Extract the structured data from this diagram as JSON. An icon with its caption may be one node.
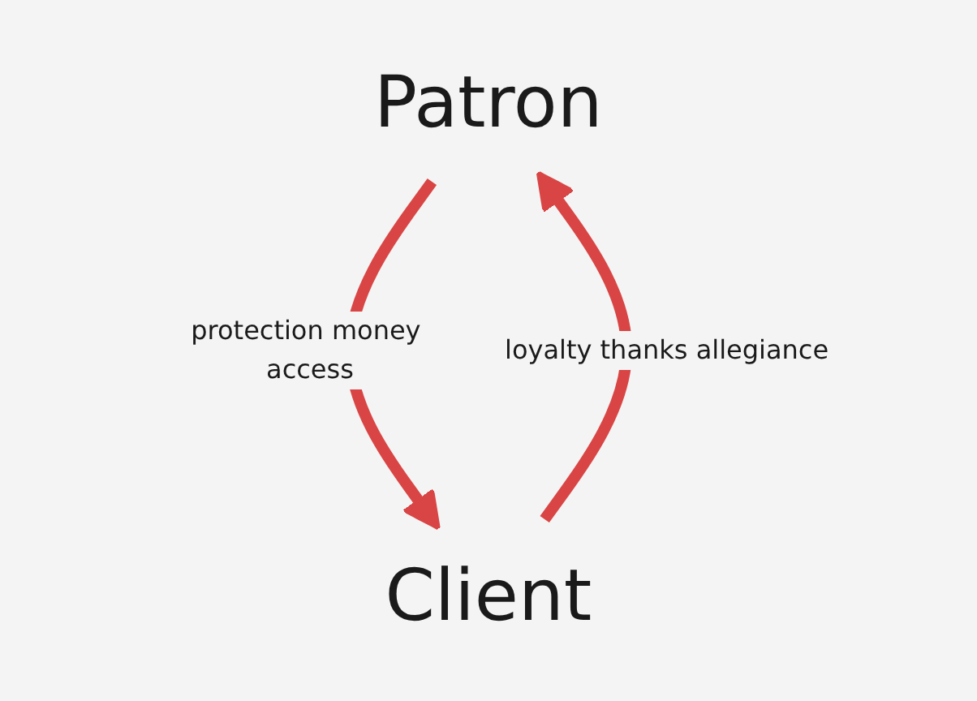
{
  "diagram": {
    "nodes": [
      {
        "text": [
          "Patron"
        ]
      },
      {
        "text": [
          "Client"
        ]
      }
    ],
    "edges": [
      {
        "from": 0,
        "to": 1,
        "arrow": "to",
        "label": "protection money access"
      },
      {
        "from": 1,
        "to": 0,
        "arrow": "to",
        "label": "loyalty thanks allegiance"
      }
    ]
  }
}
